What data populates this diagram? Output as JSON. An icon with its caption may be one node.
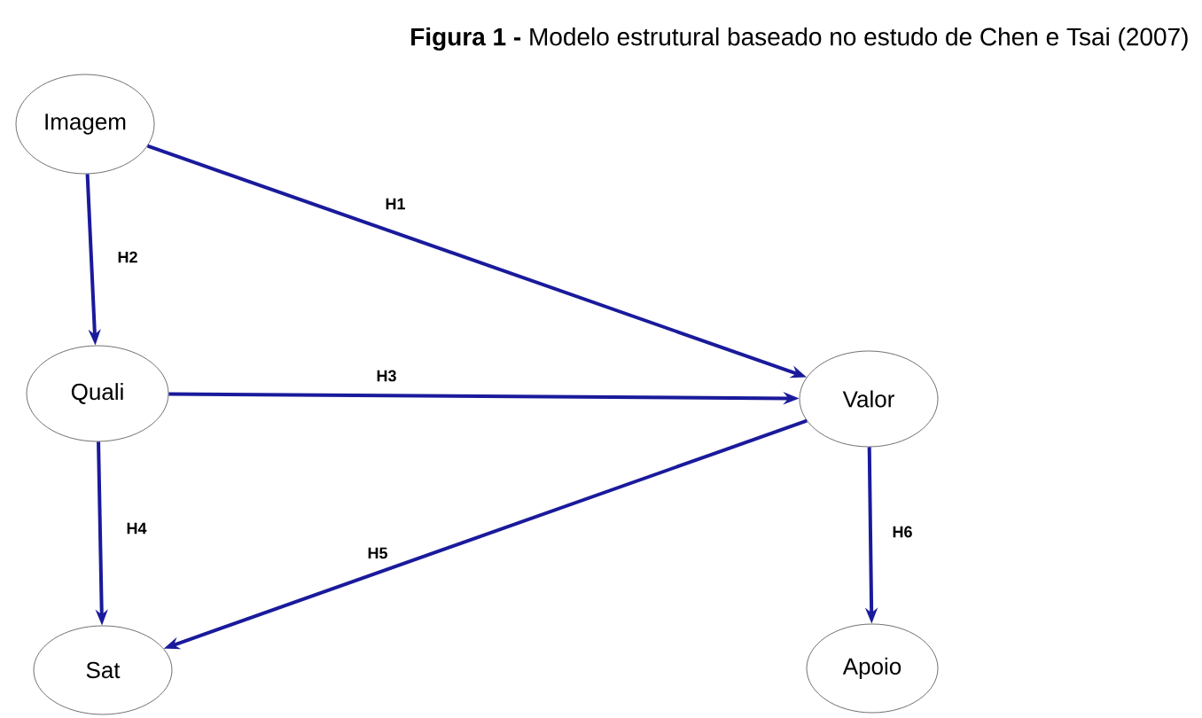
{
  "diagram": {
    "title": "**Figura 1 -** Modelo estrutural baseado no estudo de Chen e Tsai (2007)",
    "nodes": [
      {
        "text": [
          "Imagem"
        ]
      },
      {
        "text": [
          "Quali"
        ]
      },
      {
        "text": [
          "Valor"
        ]
      },
      {
        "text": [
          "Sat"
        ]
      },
      {
        "text": [
          "Apoio"
        ]
      }
    ],
    "edges": [
      {
        "from": 0,
        "to": 2,
        "arrow": "to",
        "label": "H1"
      },
      {
        "from": 0,
        "to": 1,
        "arrow": "to",
        "label": "H2"
      },
      {
        "from": 1,
        "to": 2,
        "arrow": "to",
        "label": "H3"
      },
      {
        "from": 1,
        "to": 3,
        "arrow": "to",
        "label": "H4"
      },
      {
        "from": 2,
        "to": 3,
        "arrow": "to",
        "label": "H5"
      },
      {
        "from": 2,
        "to": 4,
        "arrow": "to",
        "label": "H6"
      }
    ]
  }
}
